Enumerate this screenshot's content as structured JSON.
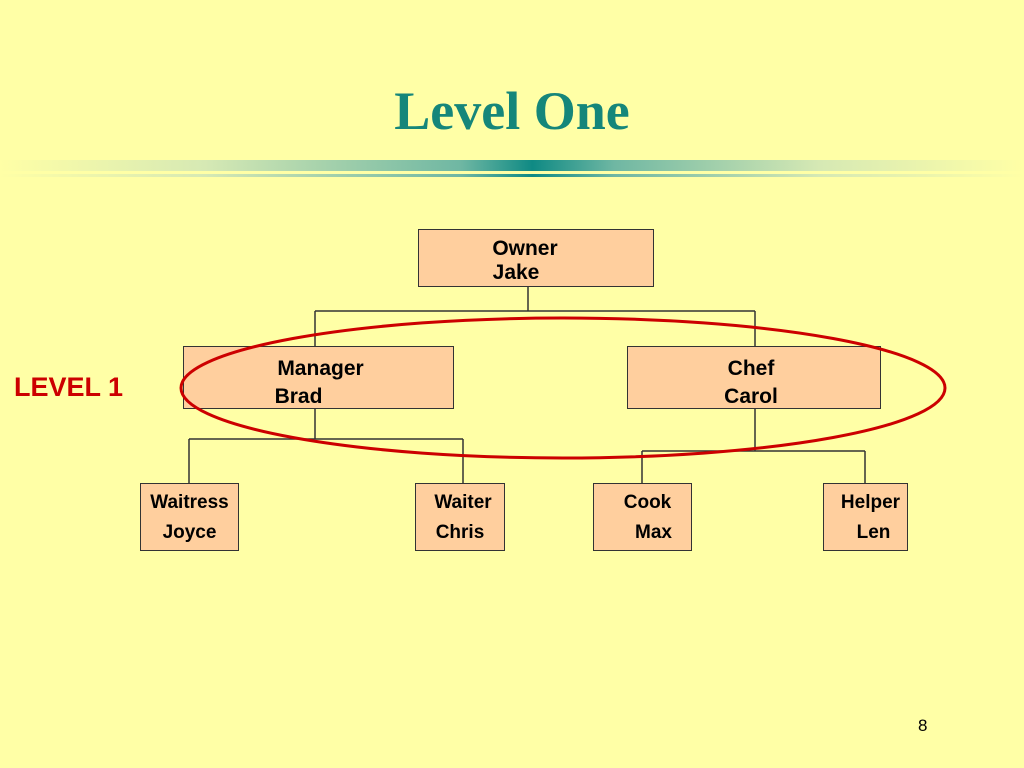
{
  "slide": {
    "title": "Level One",
    "page_number": "8"
  },
  "annotation": {
    "level_label": "LEVEL 1",
    "highlight_color": "#CC0000"
  },
  "colors": {
    "background": "#FFFFA6",
    "title": "#15867A",
    "node_fill": "#FFCF9E",
    "connector": "#333333"
  },
  "org_chart": {
    "owner": {
      "role": "Owner",
      "name": "Jake"
    },
    "manager": {
      "role": "Manager",
      "name": "Brad"
    },
    "chef": {
      "role": "Chef",
      "name": "Carol"
    },
    "waitress": {
      "role": "Waitress",
      "name": "Joyce"
    },
    "waiter": {
      "role": "Waiter",
      "name": "Chris"
    },
    "cook": {
      "role": "Cook",
      "name": "Max"
    },
    "helper": {
      "role": "Helper",
      "name": "Len"
    }
  }
}
